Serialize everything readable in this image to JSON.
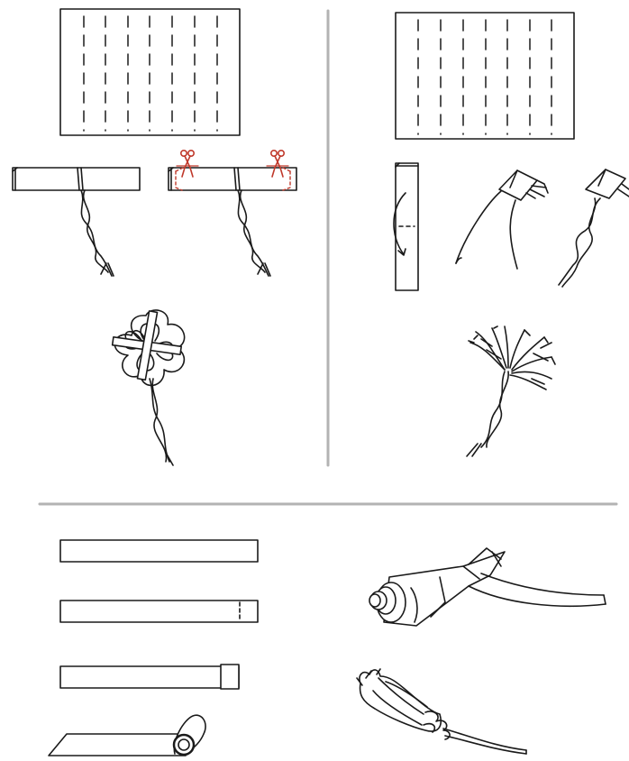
{
  "colors": {
    "ink": "#1a1a1a",
    "divider": "#b3b3b3",
    "cut_mark": "#c0392b",
    "paper": "#ffffff"
  },
  "panels": [
    {
      "id": "clover-flower",
      "steps": [
        "fold-paper-with-dashed-lines",
        "twist-wire-around-strip",
        "trim-corners-with-scissors",
        "finished-clover-flower"
      ]
    },
    {
      "id": "fringe-flower",
      "steps": [
        "fold-paper-with-dashed-lines",
        "fold-strip-in-half",
        "cut-fringe",
        "twist-wire",
        "finished-fringe-flower"
      ]
    },
    {
      "id": "rolled-flower",
      "steps": [
        "plain-strip",
        "strip-with-fold-line",
        "strip-with-folded-end",
        "roll-strip",
        "rolled-bud-on-stem",
        "wrapped-bud-on-stem"
      ]
    }
  ],
  "icons": [
    "scissors-icon",
    "fold-arrow-icon"
  ]
}
